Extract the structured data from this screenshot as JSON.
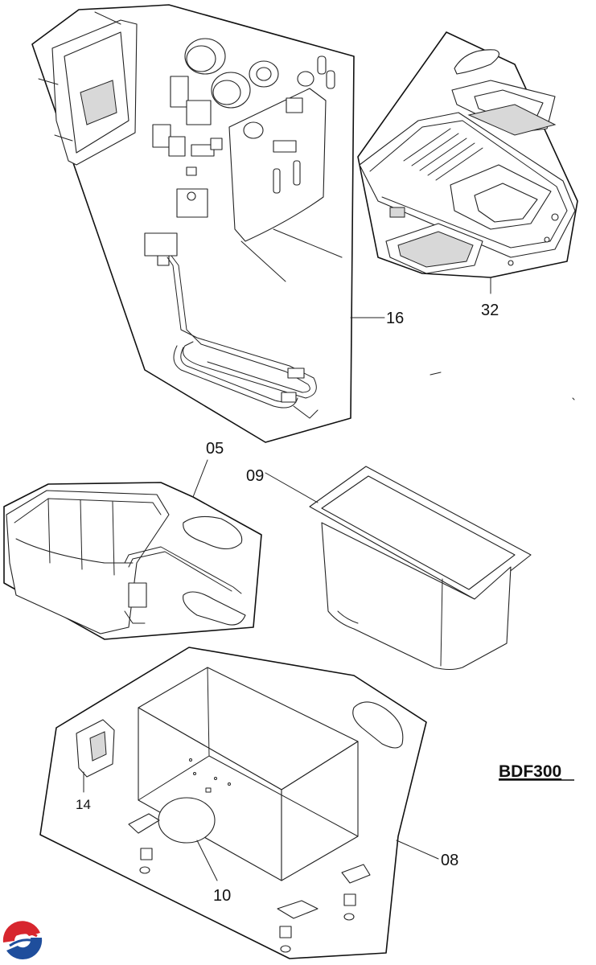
{
  "callouts": {
    "c16": "16",
    "c32": "32",
    "c05": "05",
    "c09": "09",
    "c14": "14",
    "c10": "10",
    "c08": "08"
  },
  "model": "BDF300",
  "colors": {
    "line": "#111111",
    "logo_red": "#d7262e",
    "logo_blue": "#1f4e9c"
  },
  "icons": {
    "brand_logo": "brand-logo-icon"
  }
}
